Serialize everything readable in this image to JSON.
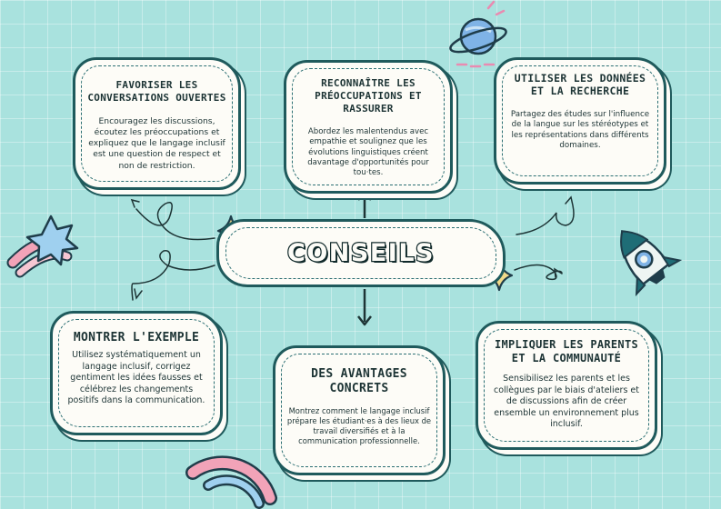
{
  "central": {
    "title": "CONSEILS"
  },
  "cards": {
    "favoriser": {
      "title": "FAVORISER LES CONVERSATIONS OUVERTES",
      "text": "Encouragez les discussions, écoutez les préoccupations et expliquez que le langage inclusif est une question de respect et non de restriction."
    },
    "reconnaitre": {
      "title": "RECONNAÎTRE LES PRÉOCCUPATIONS ET RASSURER",
      "text": "Abordez les malentendus avec empathie et soulignez que les évolutions linguistiques créent davantage d'opportunités pour tou·tes."
    },
    "utiliser": {
      "title": "UTILISER LES DONNÉES ET LA RECHERCHE",
      "text": "Partagez des études sur l'influence de la langue sur les stéréotypes et les représentations dans différents domaines."
    },
    "montrer": {
      "title": "MONTRER L'EXEMPLE",
      "text": "Utilisez systématiquement un langage inclusif, corrigez gentiment les idées fausses et célébrez les changements positifs dans la communication."
    },
    "avantages": {
      "title": "DES AVANTAGES CONCRETS",
      "text": "Montrez comment le langage inclusif prépare les étudiant·es à des lieux de travail diversifiés et à la communication professionnelle."
    },
    "impliquer": {
      "title": "IMPLIQUER LES PARENTS ET LA COMMUNAUTÉ",
      "text": "Sensibilisez les parents et les collègues par le biais d'ateliers et de discussions afin de créer ensemble un environnement plus inclusif."
    }
  },
  "decorations": [
    "planet-icon",
    "shooting-star-icon",
    "rocket-icon",
    "rainbow-icon",
    "sparkle-icon"
  ],
  "colors": {
    "background": "#a9e2de",
    "card": "#fdfcf7",
    "outline": "#1f5a5c",
    "accent_blue": "#7fb3e6",
    "accent_yellow": "#f1da8a"
  }
}
